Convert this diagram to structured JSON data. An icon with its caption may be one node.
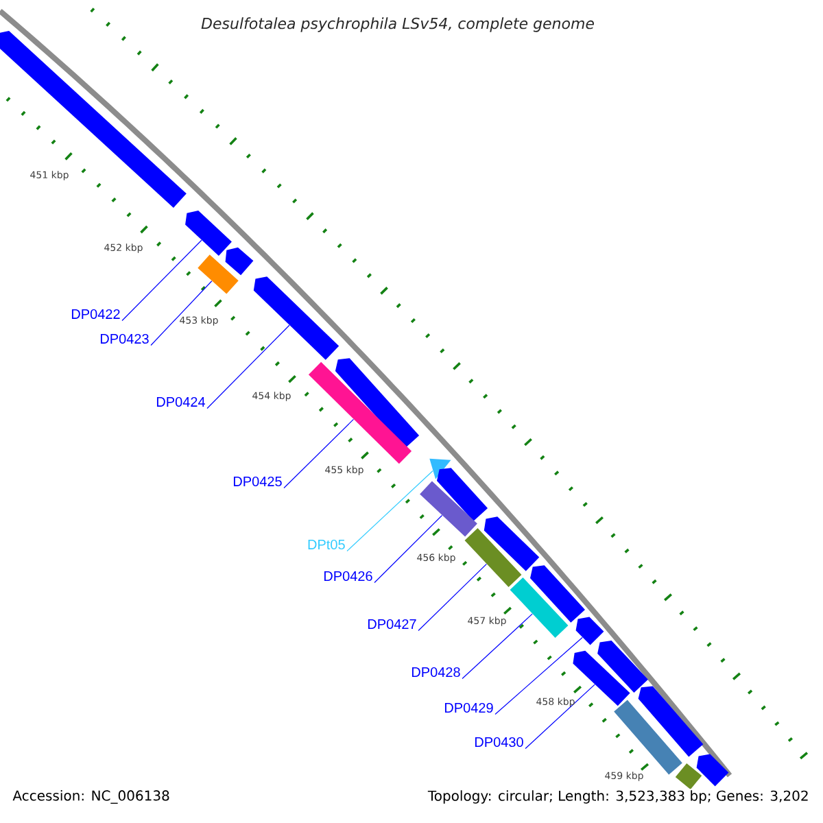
{
  "diagram": {
    "title": "Desulfotalea psychrophila LSv54, complete genome",
    "nodes": [
      {
        "text": [
          "DP0422"
        ]
      },
      {
        "text": [
          "DP0423"
        ]
      },
      {
        "text": [
          "DP0424"
        ]
      },
      {
        "text": [
          "DP0425"
        ]
      },
      {
        "text": [
          "DPt05"
        ]
      },
      {
        "text": [
          "DP0426"
        ]
      },
      {
        "text": [
          "DP0427"
        ]
      },
      {
        "text": [
          "DP0428"
        ]
      },
      {
        "text": [
          "DP0429"
        ]
      },
      {
        "text": [
          "DP0430"
        ]
      },
      {
        "text": [],
        "shape": "pentagon"
      },
      {
        "text": [],
        "shape": "pentagon"
      },
      {
        "text": [],
        "shape": "pentagon"
      },
      {
        "text": [],
        "shape": "bar"
      },
      {
        "text": [],
        "shape": "pentagon"
      },
      {
        "text": [],
        "shape": "pentagon"
      },
      {
        "text": [],
        "shape": "bar"
      },
      {
        "text": [],
        "shape": "triangle"
      },
      {
        "text": [],
        "shape": "pentagon"
      },
      {
        "text": [],
        "shape": "bar"
      },
      {
        "text": [],
        "shape": "pentagon"
      },
      {
        "text": [],
        "shape": "bar"
      },
      {
        "text": [],
        "shape": "pentagon"
      },
      {
        "text": [],
        "shape": "bar"
      },
      {
        "text": [],
        "shape": "pentagon"
      },
      {
        "text": [],
        "shape": "pentagon"
      },
      {
        "text": [],
        "shape": "pentagon"
      },
      {
        "text": [],
        "shape": "pentagon"
      },
      {
        "text": [],
        "shape": "bar"
      },
      {
        "text": [],
        "shape": "pentagon"
      },
      {
        "text": [],
        "shape": "bar"
      }
    ],
    "edges": [
      {
        "from": 0,
        "to": 11,
        "arrow": "none"
      },
      {
        "from": 1,
        "to": 13,
        "arrow": "none"
      },
      {
        "from": 2,
        "to": 14,
        "arrow": "none"
      },
      {
        "from": 3,
        "to": 16,
        "arrow": "none"
      },
      {
        "from": 4,
        "to": 17,
        "arrow": "none",
        "color": "#33ccff"
      },
      {
        "from": 5,
        "to": 19,
        "arrow": "none"
      },
      {
        "from": 6,
        "to": 21,
        "arrow": "none"
      },
      {
        "from": 7,
        "to": 23,
        "arrow": "none"
      },
      {
        "from": 8,
        "to": 24,
        "arrow": "none"
      },
      {
        "from": 9,
        "to": 26,
        "arrow": "none"
      }
    ],
    "labels": [
      "451 kbp",
      "452 kbp",
      "453 kbp",
      "454 kbp",
      "455 kbp",
      "456 kbp",
      "457 kbp",
      "458 kbp",
      "459 kbp",
      "Accession: NC_006138",
      "Topology: circular; Length: 3,523,383 bp; Genes: 3,202"
    ]
  }
}
